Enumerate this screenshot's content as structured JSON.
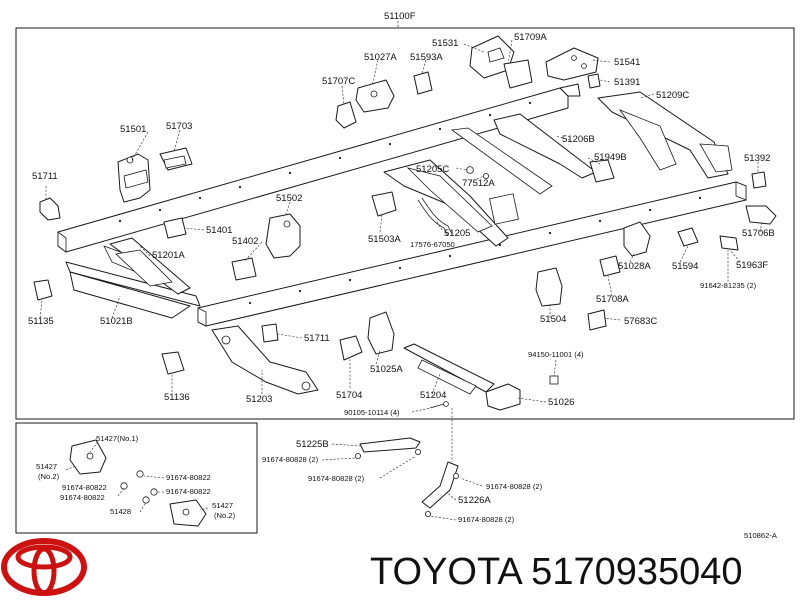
{
  "diagram": {
    "assembly_label": "51100F",
    "figure_code": "510862-A",
    "main_labels": [
      {
        "id": "51501",
        "text": "51501"
      },
      {
        "id": "51703",
        "text": "51703"
      },
      {
        "id": "51711a",
        "text": "51711"
      },
      {
        "id": "51027A",
        "text": "51027A"
      },
      {
        "id": "51593A",
        "text": "51593A"
      },
      {
        "id": "51707C",
        "text": "51707C"
      },
      {
        "id": "51531",
        "text": "51531"
      },
      {
        "id": "51709A",
        "text": "51709A"
      },
      {
        "id": "51541",
        "text": "51541"
      },
      {
        "id": "51391",
        "text": "51391"
      },
      {
        "id": "51209C",
        "text": "51209C"
      },
      {
        "id": "51206B",
        "text": "51206B"
      },
      {
        "id": "51949B",
        "text": "51949B"
      },
      {
        "id": "51392",
        "text": "51392"
      },
      {
        "id": "51205C",
        "text": "51205C"
      },
      {
        "id": "77512A",
        "text": "77512A"
      },
      {
        "id": "51502",
        "text": "51502"
      },
      {
        "id": "51401",
        "text": "51401"
      },
      {
        "id": "51402",
        "text": "51402"
      },
      {
        "id": "51201A",
        "text": "51201A"
      },
      {
        "id": "51503A",
        "text": "51503A"
      },
      {
        "id": "51205",
        "text": "51205"
      },
      {
        "id": "17576-67050",
        "text": "17576-67050"
      },
      {
        "id": "51706B",
        "text": "51706B"
      },
      {
        "id": "51028A",
        "text": "51028A"
      },
      {
        "id": "51594",
        "text": "51594"
      },
      {
        "id": "51963F",
        "text": "51963F"
      },
      {
        "id": "91642-81235",
        "text": "91642-81235 (2)"
      },
      {
        "id": "51135",
        "text": "51135"
      },
      {
        "id": "51021B",
        "text": "51021B"
      },
      {
        "id": "51708A",
        "text": "51708A"
      },
      {
        "id": "51504",
        "text": "51504"
      },
      {
        "id": "57683C",
        "text": "57683C"
      },
      {
        "id": "51711b",
        "text": "51711"
      },
      {
        "id": "94150-11001",
        "text": "94150-11001 (4)"
      },
      {
        "id": "51025A",
        "text": "51025A"
      },
      {
        "id": "51704",
        "text": "51704"
      },
      {
        "id": "51136",
        "text": "51136"
      },
      {
        "id": "51203",
        "text": "51203"
      },
      {
        "id": "51204",
        "text": "51204"
      },
      {
        "id": "51026",
        "text": "51026"
      },
      {
        "id": "90105-10114",
        "text": "90105-10114 (4)"
      }
    ],
    "lower_labels": [
      {
        "id": "51225B",
        "text": "51225B"
      },
      {
        "id": "91674-80828-a",
        "text": "91674-80828 (2)"
      },
      {
        "id": "91674-80828-b",
        "text": "91674-80828 (2)"
      },
      {
        "id": "91674-80828-c",
        "text": "91674-80828 (2)"
      },
      {
        "id": "51226A",
        "text": "51226A"
      },
      {
        "id": "91674-80828-d",
        "text": "91674-80828 (2)"
      }
    ],
    "inset_labels": [
      {
        "id": "51427-no1",
        "text": "51427(No.1)"
      },
      {
        "id": "51427-no2-left-a",
        "text": "51427"
      },
      {
        "id": "51427-no2-left-b",
        "text": "(No.2)"
      },
      {
        "id": "91674-80822-a",
        "text": "91674-80822"
      },
      {
        "id": "91674-80822-b",
        "text": "91674-80822"
      },
      {
        "id": "91674-80822-c",
        "text": "91674-80822"
      },
      {
        "id": "91674-80822-d",
        "text": "91674-80822"
      },
      {
        "id": "51428",
        "text": "51428"
      },
      {
        "id": "51427-no2-right-a",
        "text": "51427"
      },
      {
        "id": "51427-no2-right-b",
        "text": "(No.2)"
      }
    ]
  },
  "footer": {
    "brand_text": "TOYOTA 5170935040",
    "logo_name": "toyota-logo",
    "logo_color": "#cc1111"
  }
}
